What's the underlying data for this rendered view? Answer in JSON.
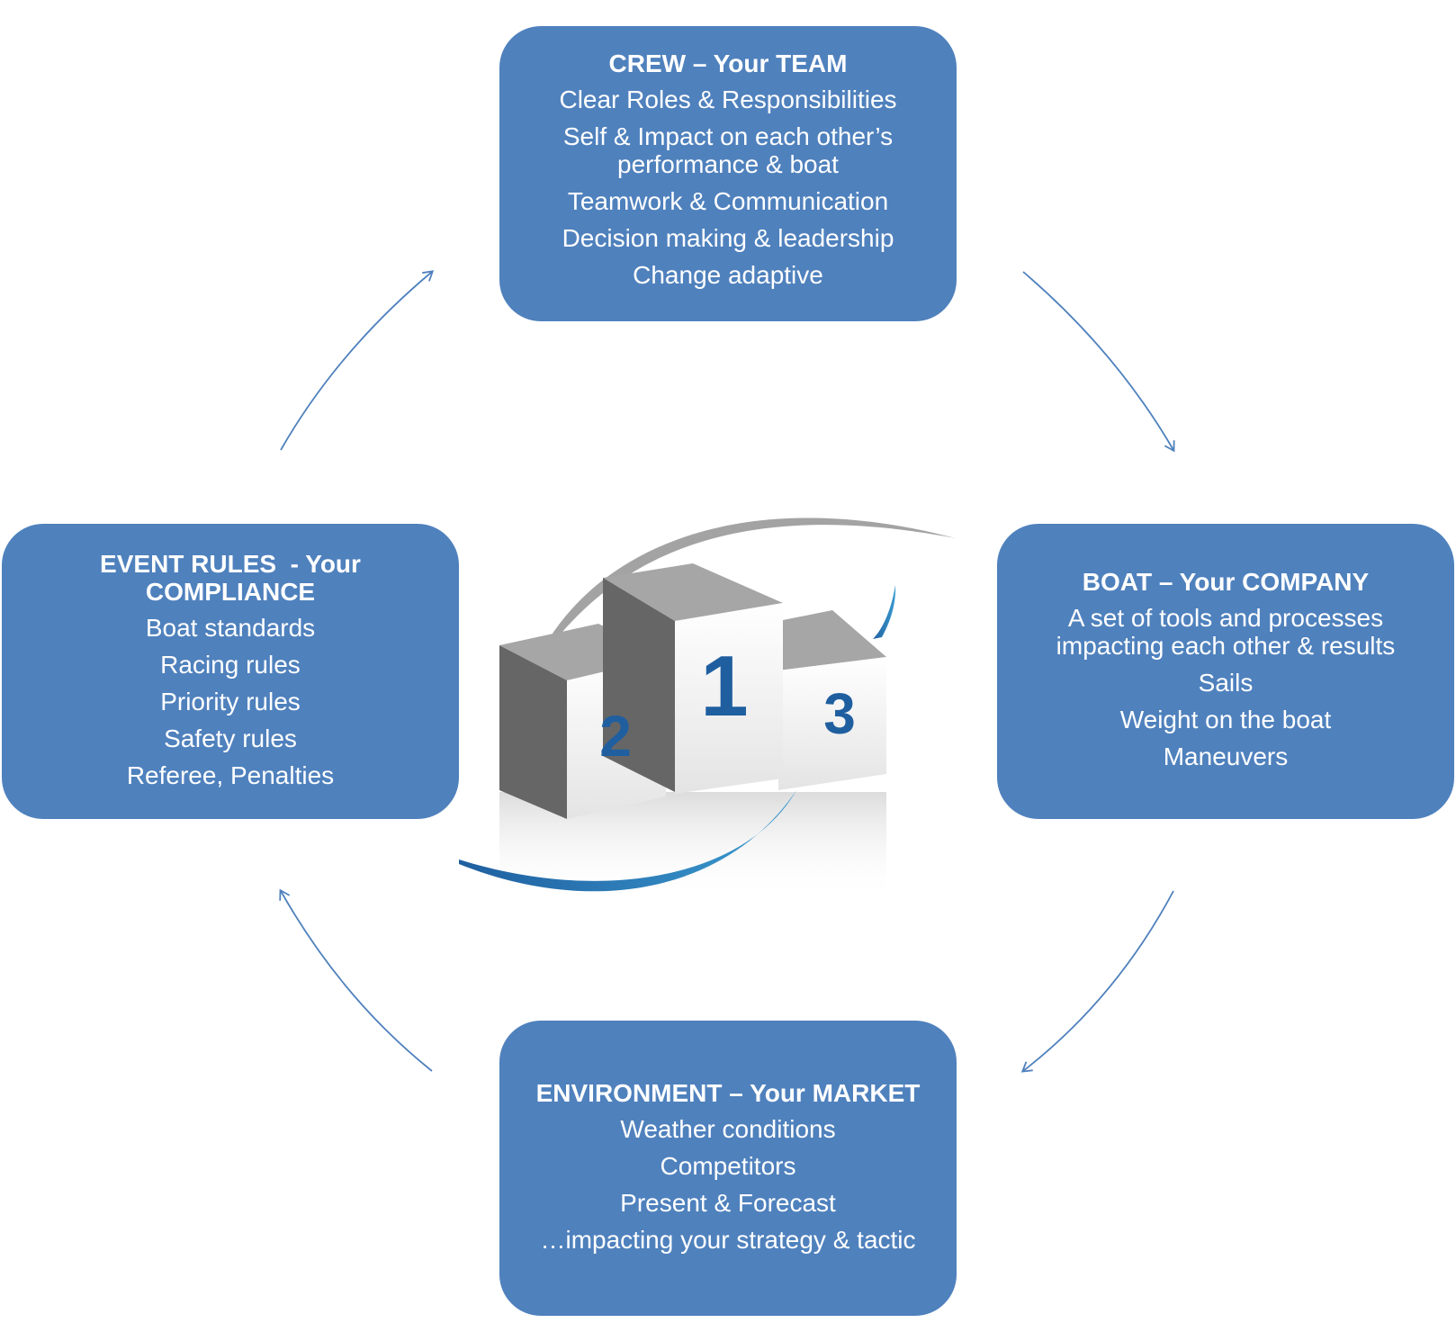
{
  "crew": {
    "title": "CREW – Your TEAM",
    "items": [
      "Clear Roles & Responsibilities",
      "Self & Impact on each other’s performance & boat",
      "Teamwork & Communication",
      "Decision making & leadership",
      "Change adaptive"
    ]
  },
  "boat": {
    "title": "BOAT – Your COMPANY",
    "items": [
      "A set of tools and processes impacting each other & results",
      "Sails",
      "Weight on the boat",
      "Maneuvers"
    ]
  },
  "environment": {
    "title": "ENVIRONMENT – Your MARKET",
    "items": [
      "Weather conditions",
      "Competitors",
      "Present & Forecast",
      "…impacting your strategy & tactic"
    ]
  },
  "event_rules": {
    "title": "EVENT RULES  - Your COMPLIANCE",
    "items": [
      "Boat standards",
      "Racing rules",
      "Priority rules",
      "Safety rules",
      "Referee, Penalties"
    ]
  },
  "podium": {
    "first": "1",
    "second": "2",
    "third": "3"
  },
  "colors": {
    "box_fill": "#4f81bd",
    "text": "#ffffff",
    "arrow": "#4f81bd",
    "podium_number": "#1f5fa0",
    "swoosh_blue": "#2e86c1",
    "swoosh_gray": "#a0a0a0"
  }
}
